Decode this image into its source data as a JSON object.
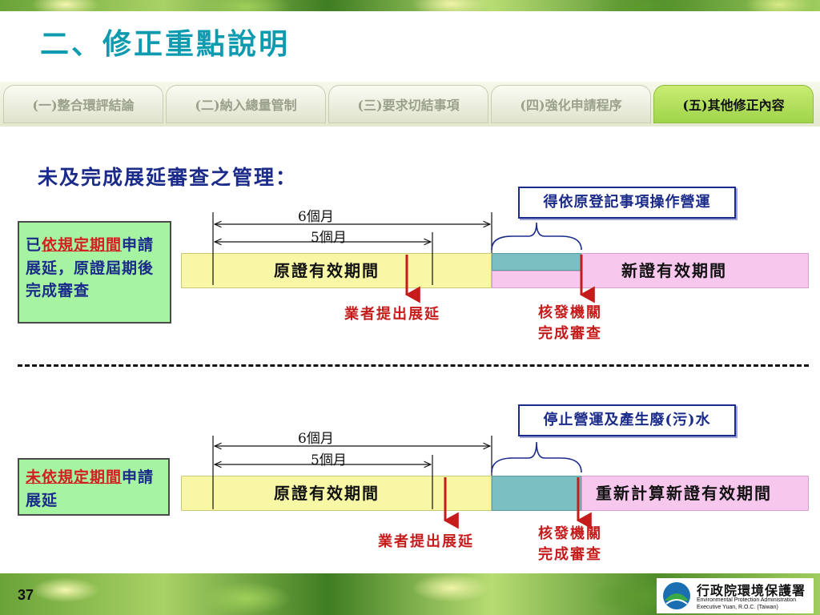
{
  "header": {
    "title": "二、修正重點說明"
  },
  "tabs": [
    {
      "label": "(一)整合環評結論",
      "active": false
    },
    {
      "label": "(二)納入總量管制",
      "active": false
    },
    {
      "label": "(三)要求切結事項",
      "active": false
    },
    {
      "label": "(四)強化申請程序",
      "active": false
    },
    {
      "label": "(五)其他修正內容",
      "active": true
    }
  ],
  "main": {
    "subtitle": "未及完成展延審查之管理："
  },
  "scenario1": {
    "box_prefix": "已",
    "box_highlight": "依規定期間",
    "box_suffix": "申請展延，原證屆期後完成審查",
    "dim_6": "6個月",
    "dim_5": "5個月",
    "bar_original": "原證有效期間",
    "bar_new": "新證有效期間",
    "callout": "得依原登記事項操作營運",
    "marker_apply": "業者提出展延",
    "marker_approve_1": "核發機關",
    "marker_approve_2": "完成審查"
  },
  "scenario2": {
    "box_highlight": "未依規定期間",
    "box_suffix": "申請展延",
    "dim_6": "6個月",
    "dim_5": "5個月",
    "bar_original": "原證有效期間",
    "bar_new": "重新計算新證有效期間",
    "callout": "停止營運及產生廢(污)水",
    "marker_apply": "業者提出展延",
    "marker_approve_1": "核發機關",
    "marker_approve_2": "完成審查"
  },
  "footer": {
    "page_number": "37",
    "org_zh": "行政院環境保護署",
    "org_en_1": "Environmental Protection Administration",
    "org_en_2": "Executive Yuan, R.O.C. (Taiwan)"
  },
  "colors": {
    "title": "#0e9bb0",
    "text_blue": "#1b2b8a",
    "highlight_red": "#d21f1f",
    "bar_yellow": "#f7f7a6",
    "bar_pink": "#f7c7ee",
    "bar_teal": "#7cbfc2",
    "box_green": "#a6f3a2",
    "tab_active": "#9fd44a"
  }
}
